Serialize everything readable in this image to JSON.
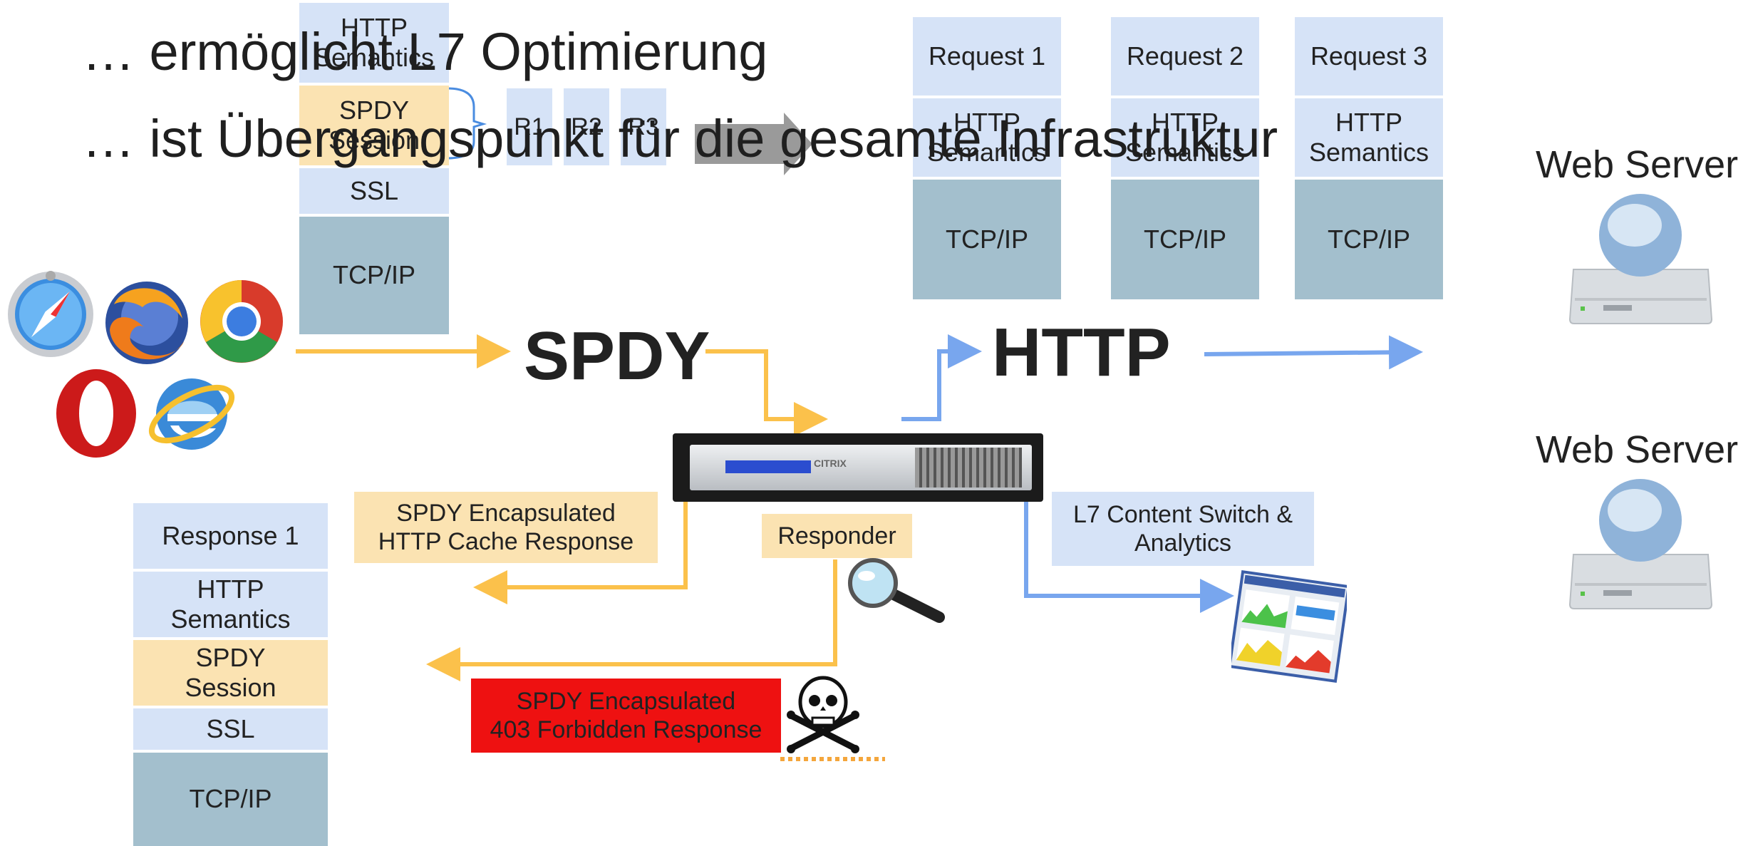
{
  "bullets": [
    "… ermöglicht L7 Optimierung",
    "… ist Übergangspunkt für die gesamte Infrastruktur"
  ],
  "client_stack": [
    "HTTP\nSemantics",
    "SPDY\nSession",
    "SSL",
    "TCP/IP"
  ],
  "streams": [
    "R1",
    "R2",
    "R3"
  ],
  "requests": [
    {
      "title": "Request 1",
      "semantics": "HTTP\nSemantics",
      "transport": "TCP/IP"
    },
    {
      "title": "Request 2",
      "semantics": "HTTP\nSemantics",
      "transport": "TCP/IP"
    },
    {
      "title": "Request 3",
      "semantics": "HTTP\nSemantics",
      "transport": "TCP/IP"
    }
  ],
  "protocols": {
    "spdy": "SPDY",
    "http": "HTTP"
  },
  "servers": [
    "Web Server",
    "Web Server"
  ],
  "response_stack": [
    "Response 1",
    "HTTP\nSemantics",
    "SPDY\nSession",
    "SSL",
    "TCP/IP"
  ],
  "cache_label": "SPDY Encapsulated\nHTTP Cache Response",
  "responder_label": "Responder",
  "forbidden_label": "SPDY Encapsulated\n403 Forbidden Response",
  "content_switch_label": "L7 Content Switch &\nAnalytics",
  "appliance_brand": "CITRIX",
  "browsers": [
    "safari-icon",
    "firefox-icon",
    "chrome-icon",
    "opera-icon",
    "ie-icon"
  ],
  "colors": {
    "yellow_arrow": "#fbc14b",
    "blue_arrow": "#78a6ee",
    "light_box": "#d6e3f7",
    "yellow_box": "#fbe3b2",
    "tcp_box": "#a3bfcd",
    "forbidden": "#ee1111"
  }
}
